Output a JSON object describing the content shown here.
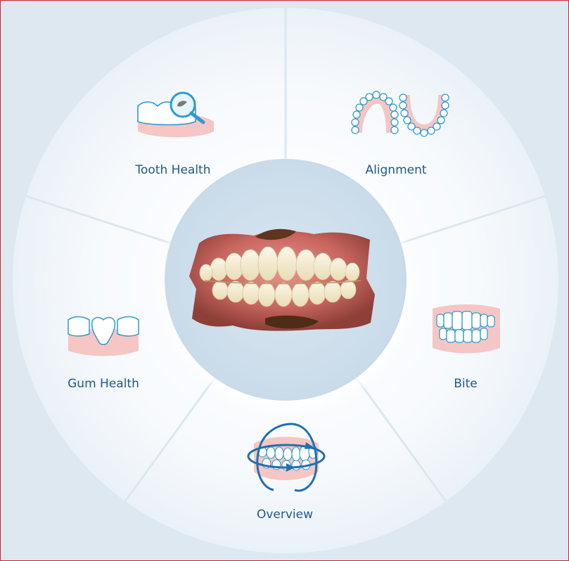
{
  "segments": [
    {
      "id": "tooth-health",
      "label": "Tooth Health",
      "icon": "tooth-magnifier-icon"
    },
    {
      "id": "alignment",
      "label": "Alignment",
      "icon": "dental-arches-icon"
    },
    {
      "id": "bite",
      "label": "Bite",
      "icon": "front-teeth-bite-icon"
    },
    {
      "id": "overview",
      "label": "Overview",
      "icon": "rotating-jaw-icon"
    },
    {
      "id": "gum-health",
      "label": "Gum Health",
      "icon": "molar-gum-icon"
    }
  ],
  "center": {
    "image": "3d-dental-scan"
  },
  "colors": {
    "frame_border": "#d6202b",
    "background": "#dde8f1",
    "wheel_face": "#ffffff",
    "divider": "#dbe7f1",
    "hub": "#cfe0ee",
    "label_text": "#1f5a86",
    "icon_line": "#2e9ad0",
    "gum_pink": "#f6c6c4"
  }
}
